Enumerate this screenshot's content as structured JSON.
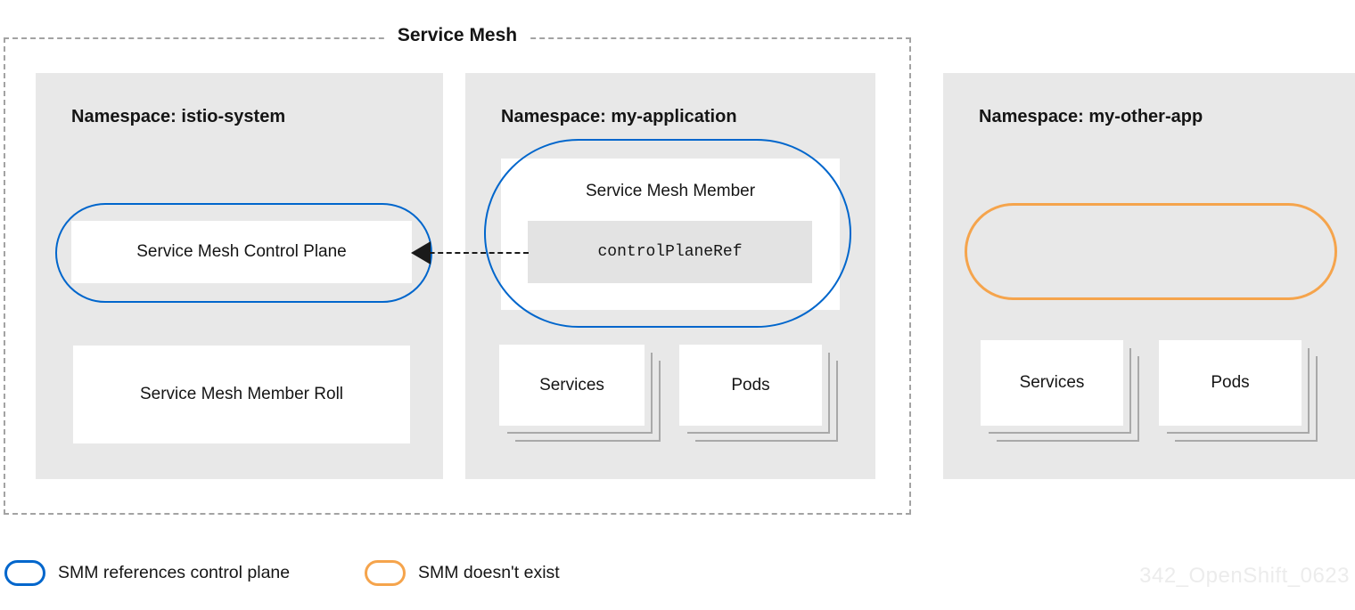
{
  "diagram": {
    "title": "Service Mesh",
    "watermark": "342_OpenShift_0623",
    "colors": {
      "blue": "#0066cc",
      "orange": "#f5a44c",
      "namespace_bg": "#e8e8e8",
      "ref_bg": "#e3e3e3"
    },
    "namespaces": {
      "istio_system": {
        "label": "Namespace: istio-system",
        "control_plane": "Service Mesh Control Plane",
        "member_roll": "Service Mesh Member Roll"
      },
      "my_application": {
        "label": "Namespace: my-application",
        "member": "Service Mesh Member",
        "control_plane_ref": "controlPlaneRef",
        "services": "Services",
        "pods": "Pods"
      },
      "my_other_app": {
        "label": "Namespace: my-other-app",
        "services": "Services",
        "pods": "Pods"
      }
    },
    "legend": [
      {
        "label": "SMM references control plane",
        "color": "blue"
      },
      {
        "label": "SMM doesn't exist",
        "color": "orange"
      }
    ]
  }
}
